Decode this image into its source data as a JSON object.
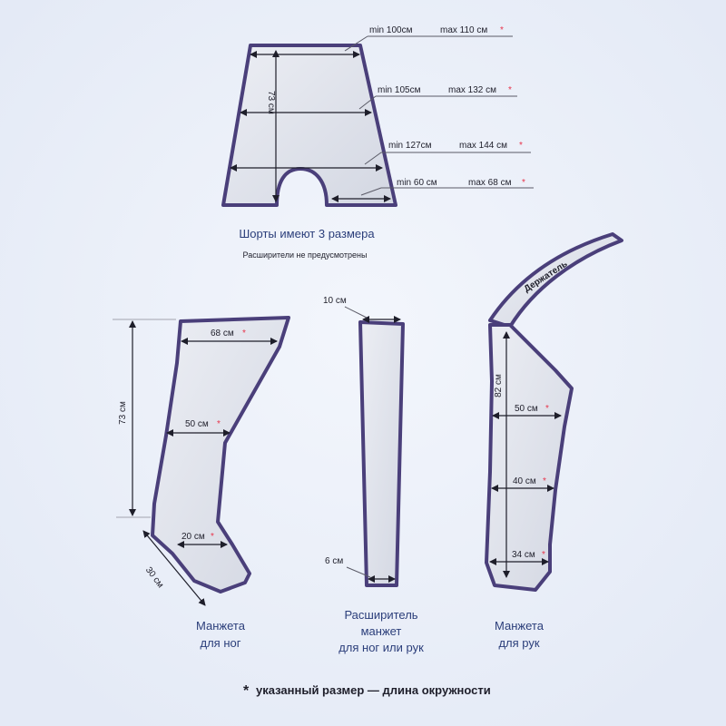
{
  "shorts": {
    "height": "73 см",
    "measures": [
      {
        "min": "min 100см",
        "max": "max 110 см"
      },
      {
        "min": "min 105см",
        "max": "max 132 см"
      },
      {
        "min": "min 127см",
        "max": "max 144 см"
      },
      {
        "min": "min 60 см",
        "max": "max 68 см"
      }
    ],
    "caption": "Шорты имеют 3 размера",
    "subcaption": "Расширители не предусмотрены"
  },
  "leg": {
    "length": "73 см",
    "foot_length": "30 см",
    "top": "68 см",
    "mid": "50 см",
    "ankle": "20 см",
    "caption_line1": "Манжета",
    "caption_line2": "для ног"
  },
  "extender": {
    "top": "10 см",
    "bottom": "6 см",
    "caption_line1": "Расширитель",
    "caption_line2": "манжет",
    "caption_line3": "для ног или рук"
  },
  "arm": {
    "holder": "Держатель",
    "length": "82 см",
    "upper": "50 см",
    "mid": "40 см",
    "wrist": "34 см",
    "caption_line1": "Манжета",
    "caption_line2": "для рук"
  },
  "footnote": {
    "star": "*",
    "text": "указанный размер — длина окружности"
  },
  "colors": {
    "outline": "#4a3f7a",
    "fill": "#dde1ea",
    "background": "#eef2fa",
    "caption": "#2b3e7a",
    "star": "#e8344b"
  }
}
